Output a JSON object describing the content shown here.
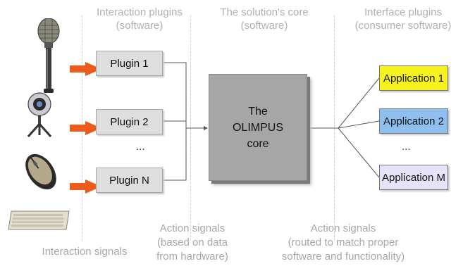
{
  "headings": {
    "interaction_plugins": [
      "Interaction plugins",
      "(software)"
    ],
    "core": [
      "The solution's core",
      "(software)"
    ],
    "interface_plugins": [
      "Interface plugins",
      "(consumer software)"
    ]
  },
  "plugins": [
    {
      "label": "Plugin 1"
    },
    {
      "label": "Plugin 2"
    },
    {
      "label": "Plugin N"
    }
  ],
  "plugin_ellipsis": "...",
  "core_box": [
    "The",
    "OLIMPUS",
    "core"
  ],
  "applications": [
    {
      "label": "Application 1",
      "color": "#f6f21c"
    },
    {
      "label": "Application 2",
      "color": "#8ebfee"
    },
    {
      "label": "Application M",
      "color": "#e6e3f8"
    }
  ],
  "app_ellipsis": "...",
  "captions": {
    "interaction_signals": "Interaction signals",
    "action_signals_hw": [
      "Action signals",
      "(based on data",
      "from hardware)"
    ],
    "action_signals_sw": [
      "Action signals",
      "(routed to match proper",
      "software and functionality)"
    ]
  },
  "devices": [
    {
      "name": "microphone"
    },
    {
      "name": "webcam"
    },
    {
      "name": "mouse"
    },
    {
      "name": "keyboard"
    }
  ],
  "colors": {
    "arrow": "#ee5a1a",
    "core_fill": "#a6a6a6",
    "plugin_fill": "#dedede",
    "caption_text": "#a8a8a8"
  }
}
